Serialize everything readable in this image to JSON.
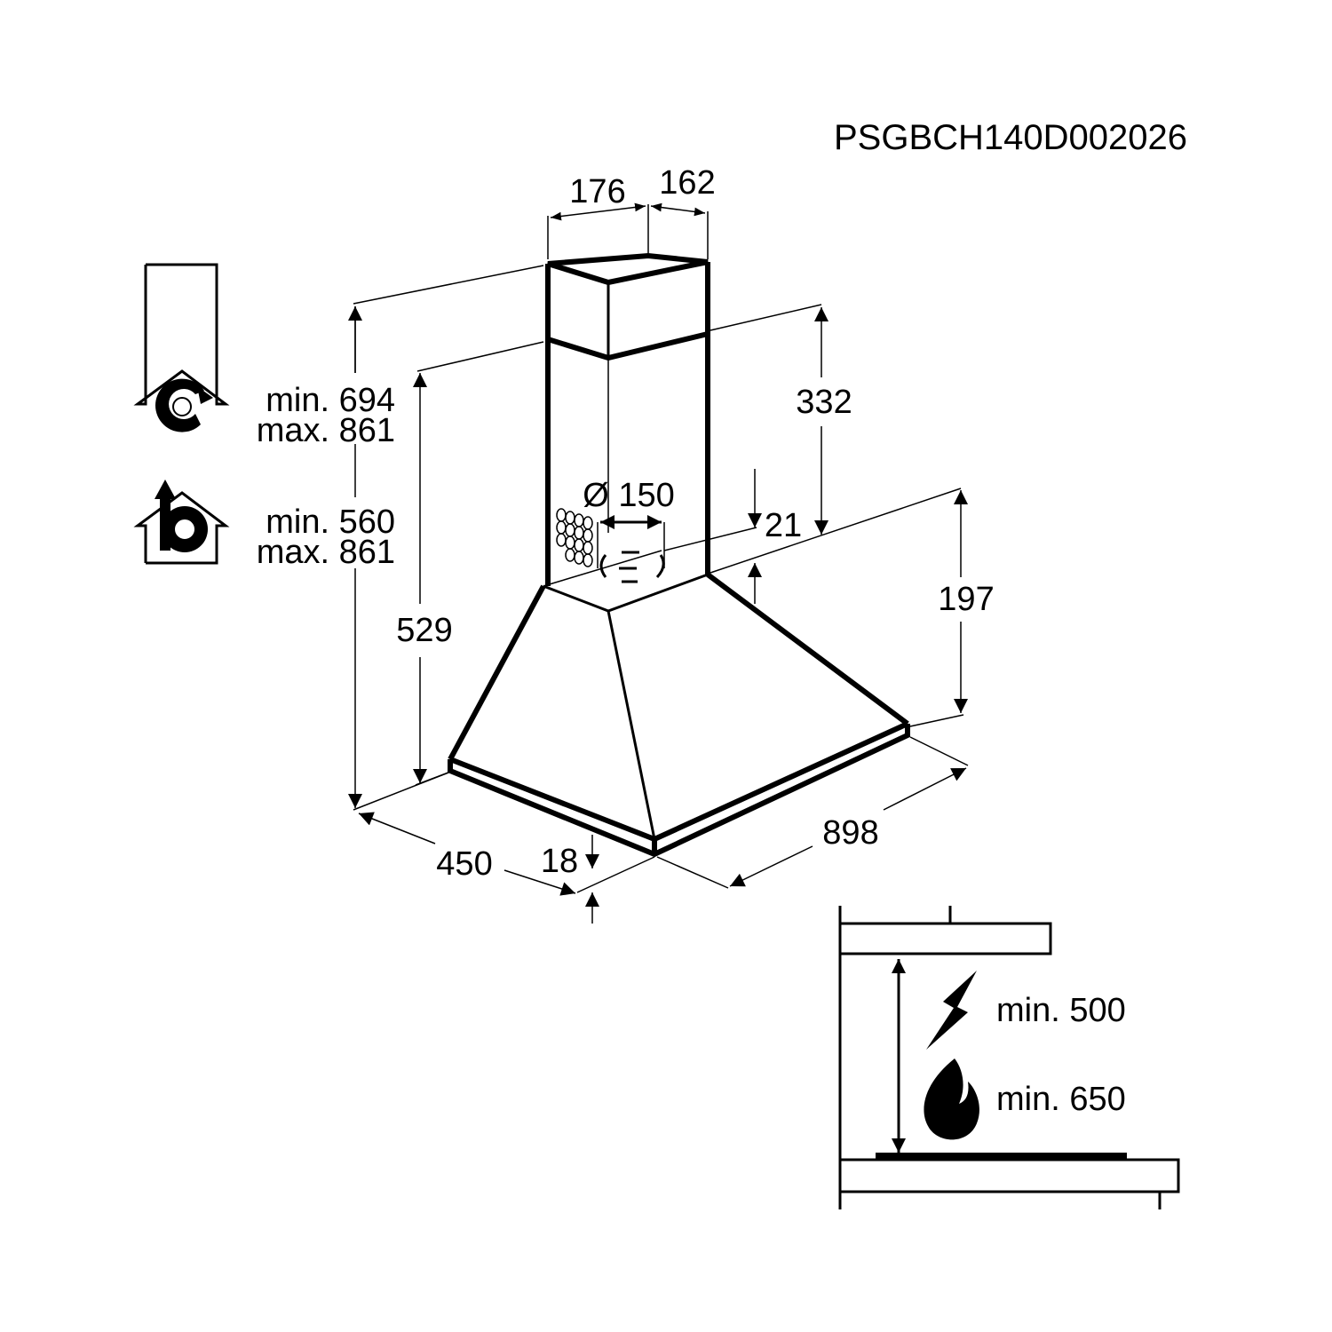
{
  "model_code": "PSGBCH140D002026",
  "dimensions": {
    "chimney_width": "176",
    "chimney_depth": "162",
    "upper_chimney": "332",
    "duct_diameter": "Ø 150",
    "offset": "21",
    "hood_height": "197",
    "overall_height": "529",
    "depth": "450",
    "trim": "18",
    "width": "898"
  },
  "recirculation": {
    "icon": "house-recirculation-icon",
    "min": "min. 694",
    "max": "max. 861"
  },
  "extraction": {
    "icon": "house-extraction-icon",
    "min": "min. 560",
    "max": "max. 861"
  },
  "clearance": {
    "electric": {
      "icon": "lightning-icon",
      "label": "min. 500"
    },
    "gas": {
      "icon": "flame-icon",
      "label": "min. 650"
    }
  },
  "colors": {
    "ink": "#000000",
    "background": "#ffffff"
  }
}
